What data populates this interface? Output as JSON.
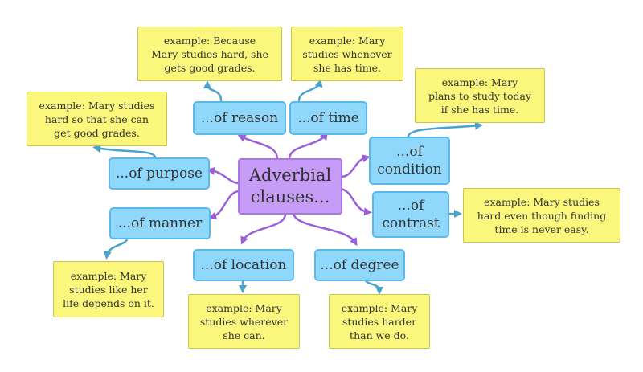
{
  "center": {
    "label_line1": "Adverbial",
    "label_line2": "clauses..."
  },
  "clauses": {
    "reason": "...of reason",
    "time": "...of time",
    "purpose": "...of purpose",
    "manner": "...of manner",
    "condition_line1": "...of",
    "condition_line2": "condition",
    "contrast_line1": "...of",
    "contrast_line2": "contrast",
    "location": "...of location",
    "degree": "...of degree"
  },
  "examples": {
    "reason": [
      "example: Because",
      "Mary studies hard, she",
      "gets good grades."
    ],
    "time": [
      "example: Mary",
      "studies whenever",
      "she has time."
    ],
    "purpose": [
      "example: Mary studies",
      "hard so that she can",
      "get good grades."
    ],
    "condition": [
      "example: Mary",
      "plans to study today",
      "if she has time."
    ],
    "contrast": [
      "example: Mary studies",
      "hard even though finding",
      "time is never easy."
    ],
    "manner": [
      "example: Mary",
      "studies like her",
      "life depends on it."
    ],
    "location": [
      "example: Mary",
      "studies wherever",
      "she can."
    ],
    "degree": [
      "example: Mary",
      "studies harder",
      "than we do."
    ]
  },
  "colors": {
    "center_fill": "#c79cf6",
    "clause_fill": "#8fd7fb",
    "example_fill": "#fbf77d",
    "purple_connector": "#9a5fd9",
    "blue_connector": "#4aa3cc"
  }
}
